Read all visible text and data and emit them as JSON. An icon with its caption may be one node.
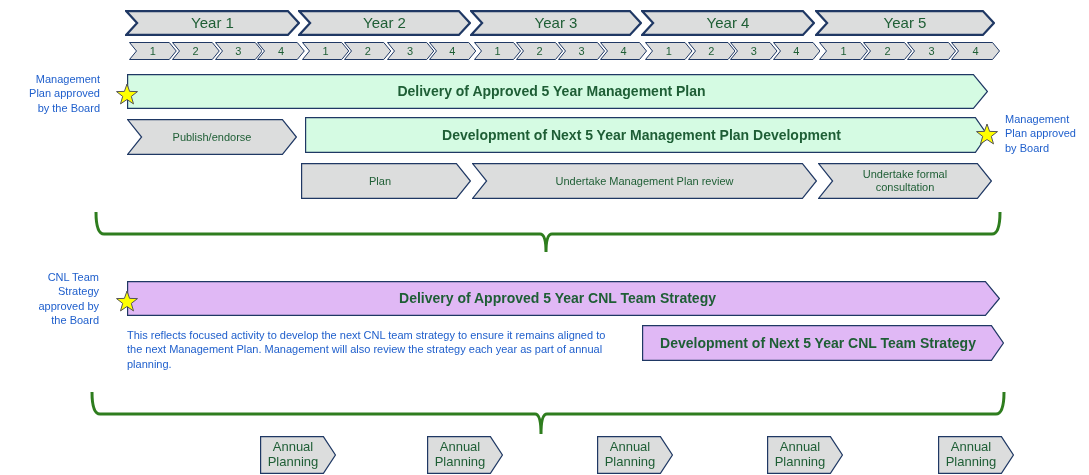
{
  "diagram": {
    "nodes": [
      {
        "text": [
          "Year 1"
        ]
      },
      {
        "text": [
          "Year 2"
        ]
      },
      {
        "text": [
          "Year 3"
        ]
      },
      {
        "text": [
          "Year 4"
        ]
      },
      {
        "text": [
          "Year 5"
        ]
      },
      {
        "text": [
          "1"
        ]
      },
      {
        "text": [
          "2"
        ]
      },
      {
        "text": [
          "3"
        ]
      },
      {
        "text": [
          "4"
        ]
      },
      {
        "text": [
          "1"
        ]
      },
      {
        "text": [
          "2"
        ]
      },
      {
        "text": [
          "3"
        ]
      },
      {
        "text": [
          "4"
        ]
      },
      {
        "text": [
          "1"
        ]
      },
      {
        "text": [
          "2"
        ]
      },
      {
        "text": [
          "3"
        ]
      },
      {
        "text": [
          "4"
        ]
      },
      {
        "text": [
          "1"
        ]
      },
      {
        "text": [
          "2"
        ]
      },
      {
        "text": [
          "3"
        ]
      },
      {
        "text": [
          "4"
        ]
      },
      {
        "text": [
          "1"
        ]
      },
      {
        "text": [
          "2"
        ]
      },
      {
        "text": [
          "3"
        ]
      },
      {
        "text": [
          "4"
        ]
      },
      {
        "text": [
          "Delivery of Approved 5 Year Management Plan"
        ]
      },
      {
        "text": [
          "Publish/endorse"
        ]
      },
      {
        "text": [
          "Development of Next 5 Year Management Plan Development"
        ]
      },
      {
        "text": [
          "Plan"
        ]
      },
      {
        "text": [
          "Undertake Management Plan review"
        ]
      },
      {
        "text": [
          "Undertake formal consultation"
        ]
      },
      {
        "text": [
          "Delivery of Approved 5 Year CNL Team Strategy"
        ]
      },
      {
        "text": [
          "Development of Next 5 Year CNL Team Strategy"
        ]
      },
      {
        "text": [
          "Annual Planning"
        ]
      },
      {
        "text": [
          "Annual Planning"
        ]
      },
      {
        "text": [
          "Annual Planning"
        ]
      },
      {
        "text": [
          "Annual Planning"
        ]
      },
      {
        "text": [
          "Annual Planning"
        ]
      }
    ],
    "edges": [],
    "labels": [
      "Management Plan approved by the Board",
      "Management Plan approved by Board",
      "CNL Team Strategy approved by the Board",
      "This reflects focused activity to develop the next CNL team strategy to ensure it remains aligned to the next Management Plan.  Management will also review the strategy each year as part of annual planning."
    ]
  }
}
